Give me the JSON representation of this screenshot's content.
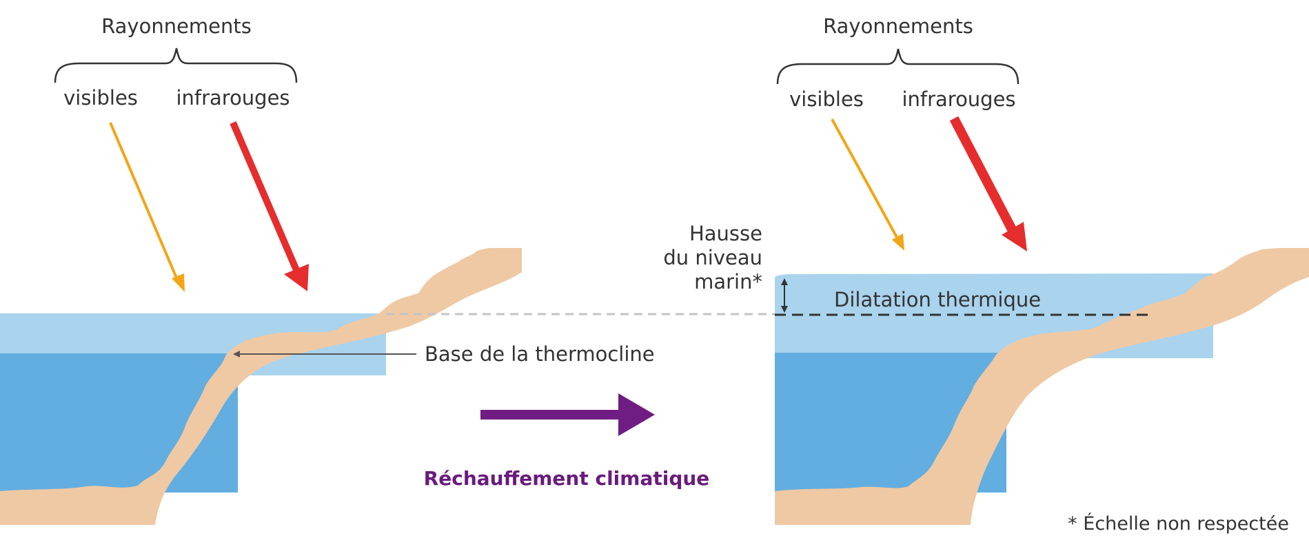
{
  "left_panel": {
    "radiation_title": "Rayonnements",
    "visible_label": "visibles",
    "infrared_label": "infrarouges",
    "thermocline_label": "Base de la thermocline"
  },
  "transition": {
    "label": "Réchauffement climatique"
  },
  "right_panel": {
    "radiation_title": "Rayonnements",
    "visible_label": "visibles",
    "infrared_label": "infrarouges",
    "sea_level_label_line1": "Hausse",
    "sea_level_label_line2": "du niveau",
    "sea_level_label_line3": "marin*",
    "expansion_label": "Dilatation thermique"
  },
  "footnote": "* Échelle non respectée",
  "colors": {
    "surface_water": "#aad3ed",
    "deep_water": "#62aee0",
    "land": "#efc9a4",
    "visible_ray": "#f2a516",
    "infrared_ray": "#e52d2d",
    "warming_arrow": "#6f1d82"
  }
}
